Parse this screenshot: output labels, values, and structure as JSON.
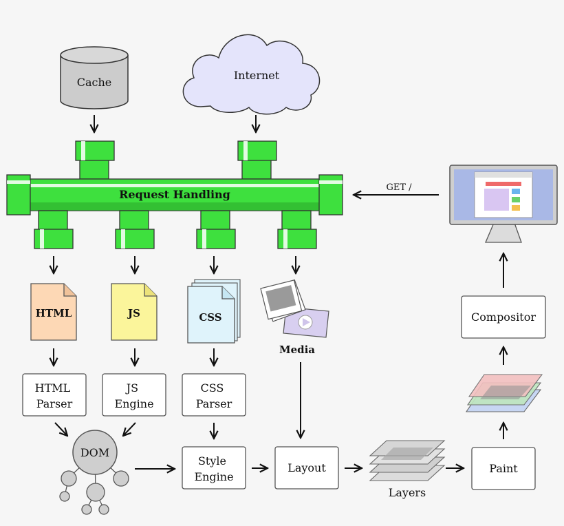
{
  "labels": {
    "cache": "Cache",
    "internet": "Internet",
    "request_handling": "Request Handling",
    "get": "GET /",
    "html_file": "HTML",
    "js_file": "JS",
    "css_file": "CSS",
    "media": "Media",
    "html_parser": [
      "HTML",
      "Parser"
    ],
    "js_engine": [
      "JS",
      "Engine"
    ],
    "css_parser": [
      "CSS",
      "Parser"
    ],
    "dom": "DOM",
    "style_engine": [
      "Style",
      "Engine"
    ],
    "layout": "Layout",
    "layers": "Layers",
    "paint": "Paint",
    "compositor": "Compositor"
  },
  "colors": {
    "pipe_green": "#3ee03e",
    "pipe_dark": "#2aa52a",
    "html_file": "#fdd8b5",
    "js_file": "#fbf59b",
    "css_file": "#dff3fb",
    "cloud": "#e4e4fb",
    "cache_gray": "#cccccc",
    "dom_gray": "#cfcfcf"
  }
}
